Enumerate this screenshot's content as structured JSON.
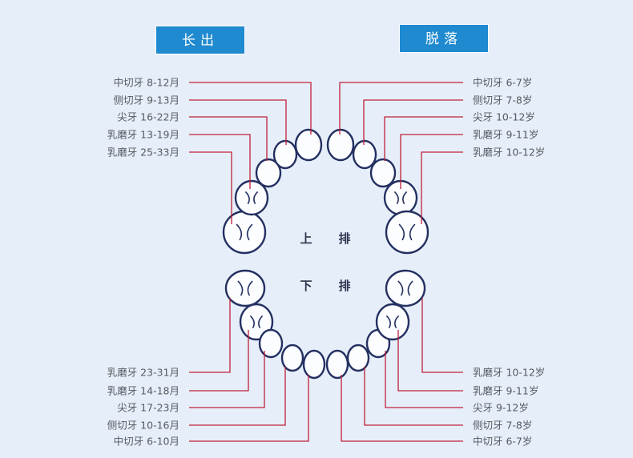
{
  "headers": {
    "left": "长出",
    "right": "脱落"
  },
  "jaw_labels": {
    "upper": [
      "上",
      "排"
    ],
    "lower": [
      "下",
      "排"
    ]
  },
  "upper_left": [
    "中切牙 8-12月",
    "侧切牙 9-13月",
    "尖牙 16-22月",
    "乳磨牙 13-19月",
    "乳磨牙 25-33月"
  ],
  "upper_right": [
    "中切牙 6-7岁",
    "侧切牙 7-8岁",
    "尖牙 10-12岁",
    "乳磨牙 9-11岁",
    "乳磨牙 10-12岁"
  ],
  "lower_left": [
    "乳磨牙 23-31月",
    "乳磨牙 14-18月",
    "尖牙 17-23月",
    "侧切牙 10-16月",
    "中切牙 6-10月"
  ],
  "lower_right": [
    "乳磨牙 10-12岁",
    "乳磨牙 9-11岁",
    "尖牙 9-12岁",
    "侧切牙 7-8岁",
    "中切牙 6-7岁"
  ],
  "colors": {
    "background": "#e6eff9",
    "header": "#1f8ad0",
    "leader_line": "#c0203a",
    "tooth_fill": "#fbfdff",
    "tooth_outline": "#243061"
  }
}
